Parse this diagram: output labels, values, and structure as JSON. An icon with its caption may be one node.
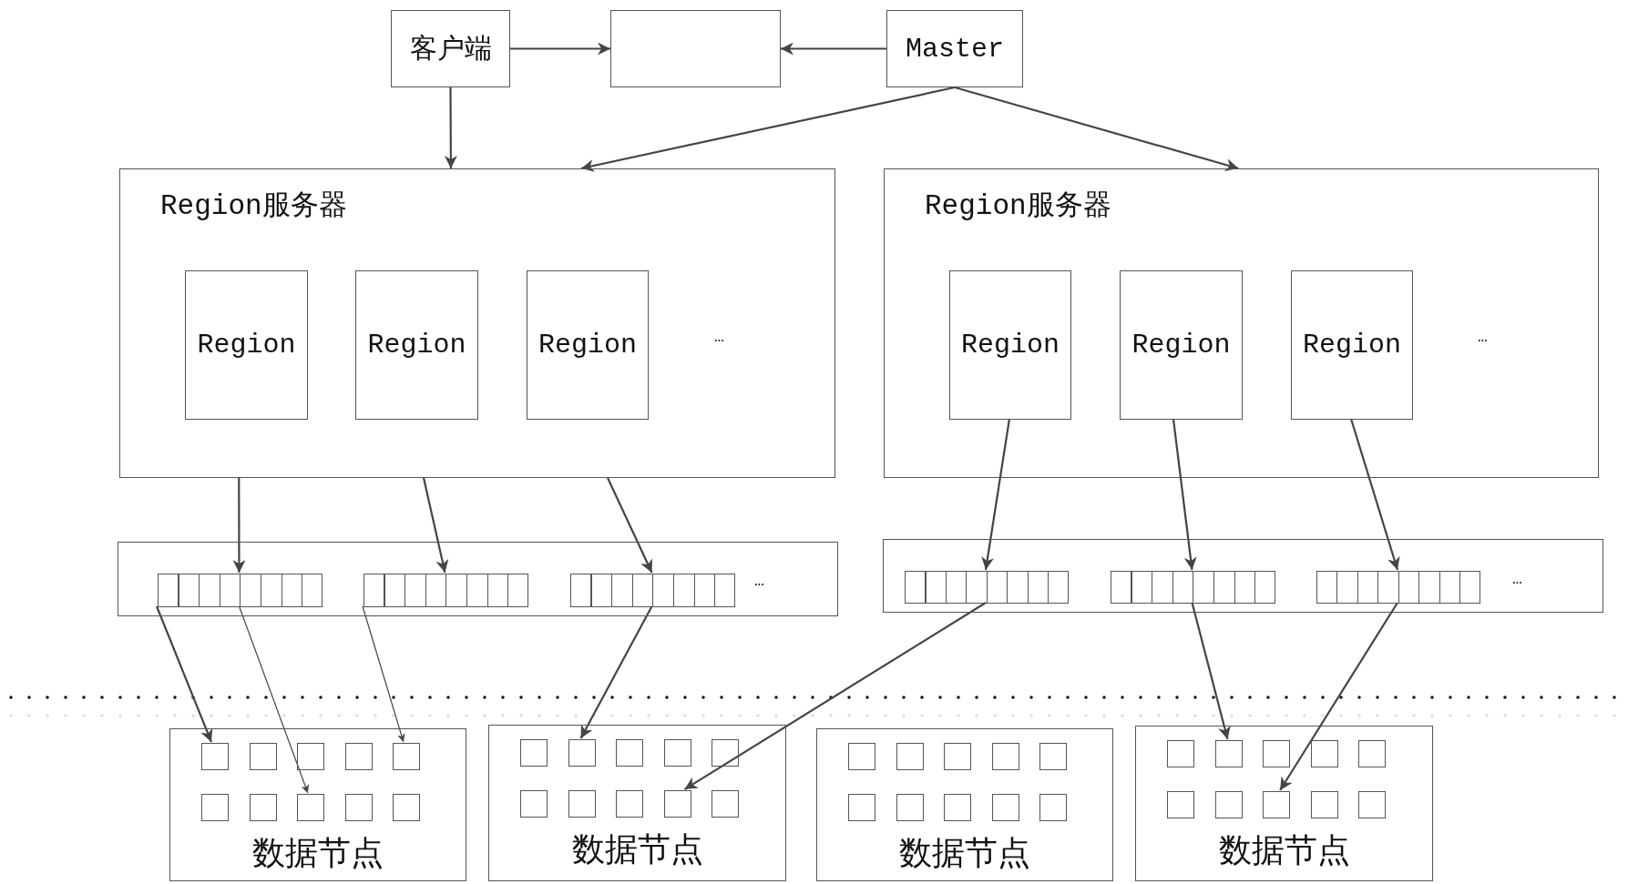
{
  "diagram": {
    "nodes": [
      {
        "text": [
          "客户端"
        ]
      },
      {
        "text": [],
        "shape": "box"
      },
      {
        "text": [
          "Master"
        ]
      },
      {
        "text": [
          "Region服务器"
        ]
      },
      {
        "text": [
          "Region"
        ],
        "in": 3
      },
      {
        "text": [
          "Region"
        ],
        "in": 3
      },
      {
        "text": [
          "Region"
        ],
        "in": 3
      },
      {
        "text": [
          "Region服务器"
        ]
      },
      {
        "text": [
          "Region"
        ],
        "in": 7
      },
      {
        "text": [
          "Region"
        ],
        "in": 7
      },
      {
        "text": [
          "Region"
        ],
        "in": 7
      },
      {
        "text": [],
        "shape": "box"
      },
      {
        "text": [],
        "shape": "bar",
        "in": 11
      },
      {
        "text": [],
        "shape": "bar",
        "in": 11
      },
      {
        "text": [],
        "shape": "bar",
        "in": 11
      },
      {
        "text": [],
        "shape": "box"
      },
      {
        "text": [],
        "shape": "bar",
        "in": 15
      },
      {
        "text": [],
        "shape": "bar",
        "in": 15
      },
      {
        "text": [],
        "shape": "bar",
        "in": 15
      },
      {
        "text": [
          "数据节点"
        ]
      },
      {
        "text": [],
        "shape": "box",
        "in": 19
      },
      {
        "text": [],
        "shape": "box",
        "in": 19
      },
      {
        "text": [],
        "shape": "box",
        "in": 19
      },
      {
        "text": [],
        "shape": "box",
        "in": 19
      },
      {
        "text": [],
        "shape": "box",
        "in": 19
      },
      {
        "text": [],
        "shape": "box",
        "in": 19
      },
      {
        "text": [],
        "shape": "box",
        "in": 19
      },
      {
        "text": [],
        "shape": "box",
        "in": 19
      },
      {
        "text": [],
        "shape": "box",
        "in": 19
      },
      {
        "text": [],
        "shape": "box",
        "in": 19
      },
      {
        "text": [
          "数据节点"
        ]
      },
      {
        "text": [],
        "shape": "box",
        "in": 30
      },
      {
        "text": [],
        "shape": "box",
        "in": 30
      },
      {
        "text": [],
        "shape": "box",
        "in": 30
      },
      {
        "text": [],
        "shape": "box",
        "in": 30
      },
      {
        "text": [],
        "shape": "box",
        "in": 30
      },
      {
        "text": [],
        "shape": "box",
        "in": 30
      },
      {
        "text": [],
        "shape": "box",
        "in": 30
      },
      {
        "text": [],
        "shape": "box",
        "in": 30
      },
      {
        "text": [],
        "shape": "box",
        "in": 30
      },
      {
        "text": [],
        "shape": "box",
        "in": 30
      },
      {
        "text": [
          "数据节点"
        ]
      },
      {
        "text": [],
        "shape": "box",
        "in": 41
      },
      {
        "text": [],
        "shape": "box",
        "in": 41
      },
      {
        "text": [],
        "shape": "box",
        "in": 41
      },
      {
        "text": [],
        "shape": "box",
        "in": 41
      },
      {
        "text": [],
        "shape": "box",
        "in": 41
      },
      {
        "text": [],
        "shape": "box",
        "in": 41
      },
      {
        "text": [],
        "shape": "box",
        "in": 41
      },
      {
        "text": [],
        "shape": "box",
        "in": 41
      },
      {
        "text": [],
        "shape": "box",
        "in": 41
      },
      {
        "text": [],
        "shape": "box",
        "in": 41
      },
      {
        "text": [
          "数据节点"
        ]
      },
      {
        "text": [],
        "shape": "box",
        "in": 52
      },
      {
        "text": [],
        "shape": "box",
        "in": 52
      },
      {
        "text": [],
        "shape": "box",
        "in": 52
      },
      {
        "text": [],
        "shape": "box",
        "in": 52
      },
      {
        "text": [],
        "shape": "box",
        "in": 52
      },
      {
        "text": [],
        "shape": "box",
        "in": 52
      },
      {
        "text": [],
        "shape": "box",
        "in": 52
      },
      {
        "text": [],
        "shape": "box",
        "in": 52
      },
      {
        "text": [],
        "shape": "box",
        "in": 52
      },
      {
        "text": [],
        "shape": "box",
        "in": 52
      }
    ],
    "edges": [
      {
        "from": 0,
        "to": 1,
        "arrow": "to"
      },
      {
        "from": 2,
        "to": 1,
        "arrow": "to"
      },
      {
        "from": 0,
        "to": 3,
        "arrow": "to"
      },
      {
        "from": 2,
        "to": 3,
        "arrow": "to"
      },
      {
        "from": 2,
        "to": 7,
        "arrow": "to"
      },
      {
        "from": 3,
        "to": 12,
        "arrow": "to"
      },
      {
        "from": 3,
        "to": 13,
        "arrow": "to"
      },
      {
        "from": 3,
        "to": 14,
        "arrow": "to"
      },
      {
        "from": 8,
        "to": 16,
        "arrow": "to"
      },
      {
        "from": 9,
        "to": 17,
        "arrow": "to"
      },
      {
        "from": 10,
        "to": 18,
        "arrow": "to"
      },
      {
        "from": 12,
        "to": 20,
        "arrow": "to"
      },
      {
        "from": 12,
        "to": 27,
        "arrow": "to"
      },
      {
        "from": 13,
        "to": 24,
        "arrow": "to"
      },
      {
        "from": 14,
        "to": 32,
        "arrow": "to"
      },
      {
        "from": 16,
        "to": 39,
        "arrow": "to"
      },
      {
        "from": 17,
        "to": 54,
        "arrow": "to"
      },
      {
        "from": 18,
        "to": 60,
        "arrow": "to"
      }
    ],
    "labels": [
      "…",
      "…",
      "…",
      "…"
    ]
  }
}
